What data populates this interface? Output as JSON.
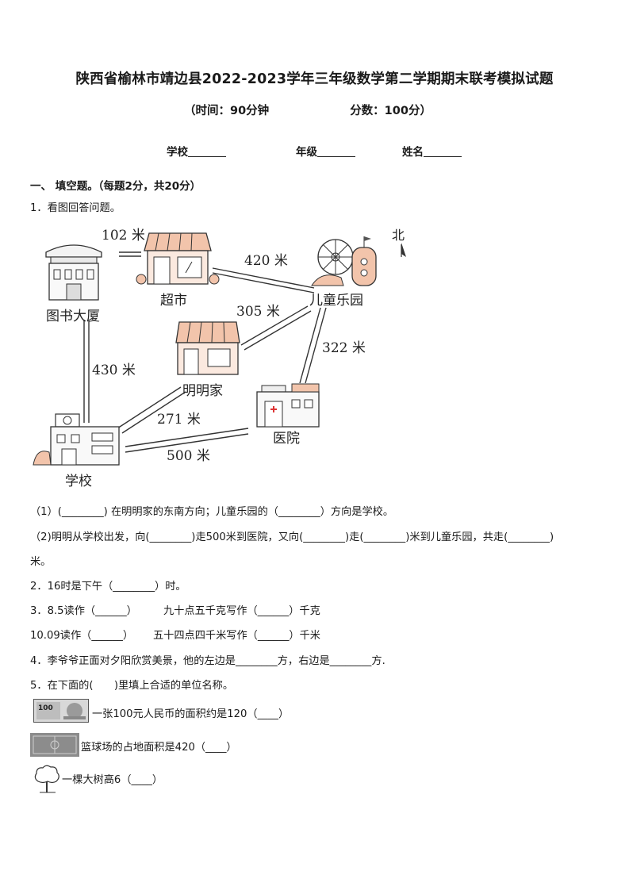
{
  "title": "陕西省榆林市靖边县2022-2023学年三年级数学第二学期期末联考模拟试题",
  "subtitle": {
    "time": "（时间：90分钟",
    "score": "分数：100分）"
  },
  "info": {
    "school": "学校",
    "grade": "年级",
    "name": "姓名"
  },
  "section1": "一、 填空题。（每题2分，共20分）",
  "q1": {
    "text": "1．看图回答问题。",
    "map": {
      "north": "北",
      "places": {
        "library": "图书大厦",
        "supermarket": "超市",
        "park": "儿童乐园",
        "home": "明明家",
        "school": "学校",
        "hospital": "医院"
      },
      "distances": {
        "library_supermarket": "102 米",
        "supermarket_park": "420 米",
        "park_home": "305 米",
        "park_hospital": "322 米",
        "library_school": "430 米",
        "home_school": "271 米",
        "school_hospital": "500 米"
      }
    },
    "sub1": "（1）(________) 在明明家的东南方向；儿童乐园的（________）方向是学校。",
    "sub2_a": "（2)明明从学校出发，向(________)走500米到医院，又向(________)走(________)米到儿童乐园，共走(________)",
    "sub2_b": "米。"
  },
  "q2": "2．16时是下午（________）时。",
  "q3": {
    "line1_a": "3．8.5读作（______）",
    "line1_b": "九十点五千克写作（______）千克",
    "line2_a": "10.09读作（______）",
    "line2_b": "五十四点四千米写作（______）千米"
  },
  "q4": "4．李爷爷正面对夕阳欣赏美景，他的左边是________方，右边是________方.",
  "q5": {
    "text": "5．在下面的(　　)里填上合适的单位名称。",
    "items": [
      {
        "label": "一张100元人民币的面积约是120（____）",
        "banknote_value": "100"
      },
      {
        "label": "篮球场的占地面积是420（____）"
      },
      {
        "label": "一棵大树高6（____）"
      }
    ]
  }
}
